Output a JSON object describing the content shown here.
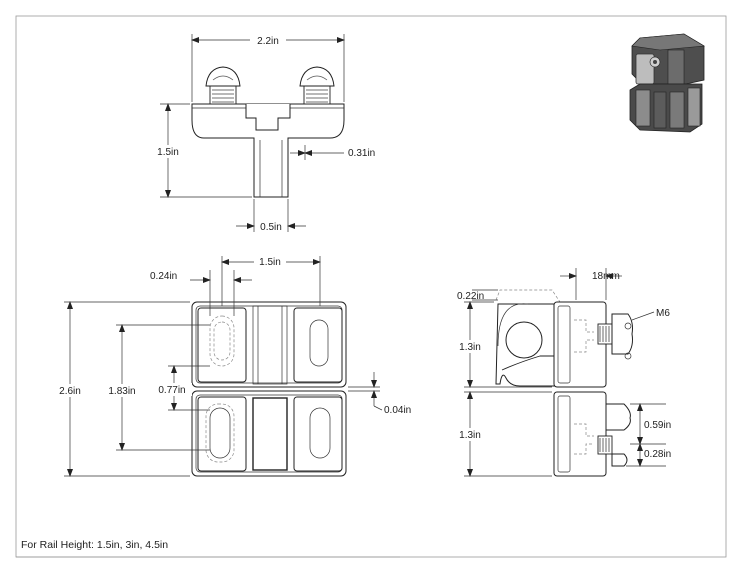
{
  "dimensions": {
    "top_width": "2.2in",
    "top_height": "1.5in",
    "top_slot": "0.31in",
    "top_stem": "0.5in",
    "front_inner_width": "1.5in",
    "front_slot_width": "0.24in",
    "front_height": "2.6in",
    "front_slot_span": "1.83in",
    "front_slot_length": "0.77in",
    "front_gap": "0.04in",
    "side_offset": "0.22in",
    "side_thread": "18mm",
    "side_screw": "M6",
    "side_upper_height": "1.3in",
    "side_lower_height": "1.3in",
    "side_nut_a": "0.59in",
    "side_nut_b": "0.28in"
  },
  "note": "For Rail Height: 1.5in, 3in, 4.5in",
  "colors": {
    "line": "#222222",
    "hidden": "#888888",
    "iso_body": "#5a5a5a",
    "iso_light": "#bdbdbd"
  }
}
